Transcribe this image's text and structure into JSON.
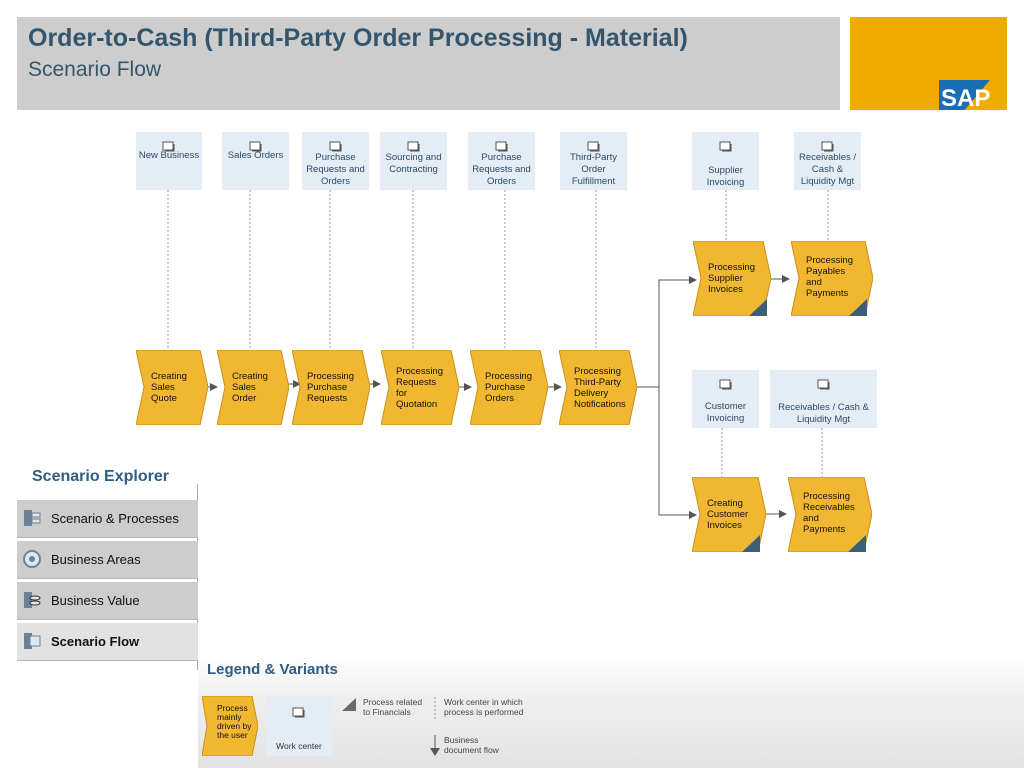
{
  "header": {
    "title": "Order-to-Cash (Third-Party Order Processing - Material)",
    "subtitle": "Scenario Flow",
    "logo_text": "SAP",
    "brand_color": "#f0ab00",
    "header_bg": "#cdcdcd",
    "title_color": "#33566e"
  },
  "flow": {
    "work_centers": [
      {
        "label": "New Business"
      },
      {
        "label": "Sales Orders"
      },
      {
        "label": "Purchase Requests and Orders"
      },
      {
        "label": "Sourcing and Contracting"
      },
      {
        "label": "Purchase Requests and Orders"
      },
      {
        "label": "Third-Party Order Fulfillment"
      },
      {
        "label": "Supplier Invoicing"
      },
      {
        "label": "Receivables / Cash & Liquidity Mgt"
      },
      {
        "label": "Customer Invoicing"
      },
      {
        "label": "Receivables / Cash & Liquidity Mgt"
      }
    ],
    "steps": [
      {
        "label": "Creating Sales Quote"
      },
      {
        "label": "Creating Sales Order"
      },
      {
        "label": "Processing Purchase Requests"
      },
      {
        "label": "Processing Requests for Quotation"
      },
      {
        "label": "Processing Purchase Orders"
      },
      {
        "label": "Processing Third-Party Delivery Notifications"
      },
      {
        "label": "Processing Supplier Invoices"
      },
      {
        "label": "Processing Payables and Payments"
      },
      {
        "label": "Creating Customer Invoices"
      },
      {
        "label": "Processing Receivables and Payments"
      }
    ],
    "step_color": "#f2b731"
  },
  "explorer": {
    "title": "Scenario Explorer",
    "items": [
      {
        "label": "Scenario & Processes",
        "icon": "scenario-processes-icon"
      },
      {
        "label": "Business Areas",
        "icon": "business-areas-icon"
      },
      {
        "label": "Business Value",
        "icon": "business-value-icon"
      },
      {
        "label": "Scenario Flow",
        "icon": "scenario-flow-icon"
      }
    ]
  },
  "legend": {
    "title": "Legend & Variants",
    "process_label": "Process mainly driven by the user",
    "work_center_label": "Work center",
    "financials_label": "Process related to Financials",
    "work_center_desc": "Work center in which process is performed",
    "doc_flow_label": "Business document flow"
  }
}
